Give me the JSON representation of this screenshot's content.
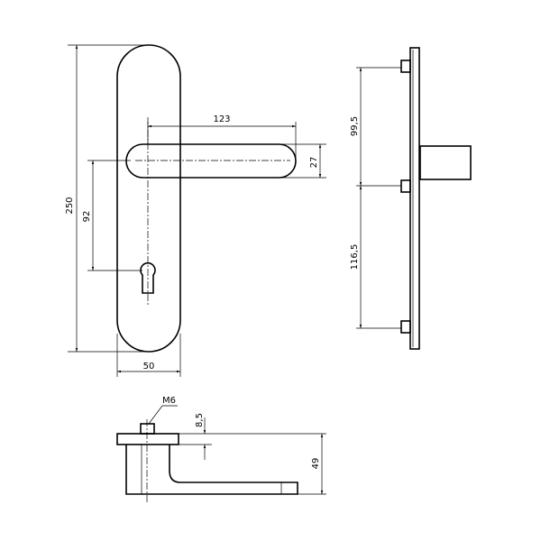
{
  "drawing": {
    "front_view": {
      "height_label": "250",
      "lever_length_label": "123",
      "lever_width_label": "27",
      "spindle_to_key_label": "92",
      "plate_width_label": "50"
    },
    "side_view": {
      "upper_spacing_label": "99,5",
      "lower_spacing_label": "116,5"
    },
    "top_view": {
      "thread_label": "M6",
      "rosette_label": "8,5",
      "projection_label": "49"
    }
  }
}
